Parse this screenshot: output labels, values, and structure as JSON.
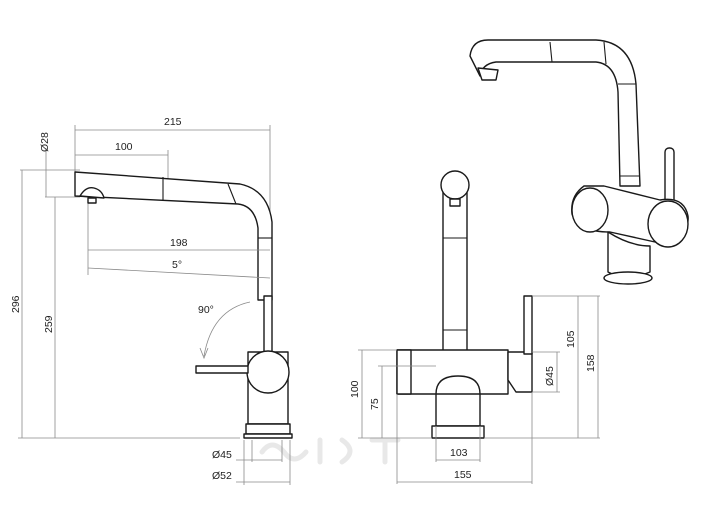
{
  "dimensions": {
    "side": {
      "spout_diameter": "Ø28",
      "total_reach": "215",
      "head_length": "100",
      "aerator_reach": "198",
      "tilt_angle": "5°",
      "rotation_angle": "90°",
      "total_height": "296",
      "aerator_height": "259",
      "base_diameter": "Ø45",
      "escutcheon_diameter": "Ø52"
    },
    "front": {
      "body_height": "100",
      "lower_body_height": "75",
      "inner_width": "103",
      "overall_width": "155",
      "handle_diameter": "Ø45",
      "handle_height": "105",
      "lever_height": "158"
    }
  }
}
